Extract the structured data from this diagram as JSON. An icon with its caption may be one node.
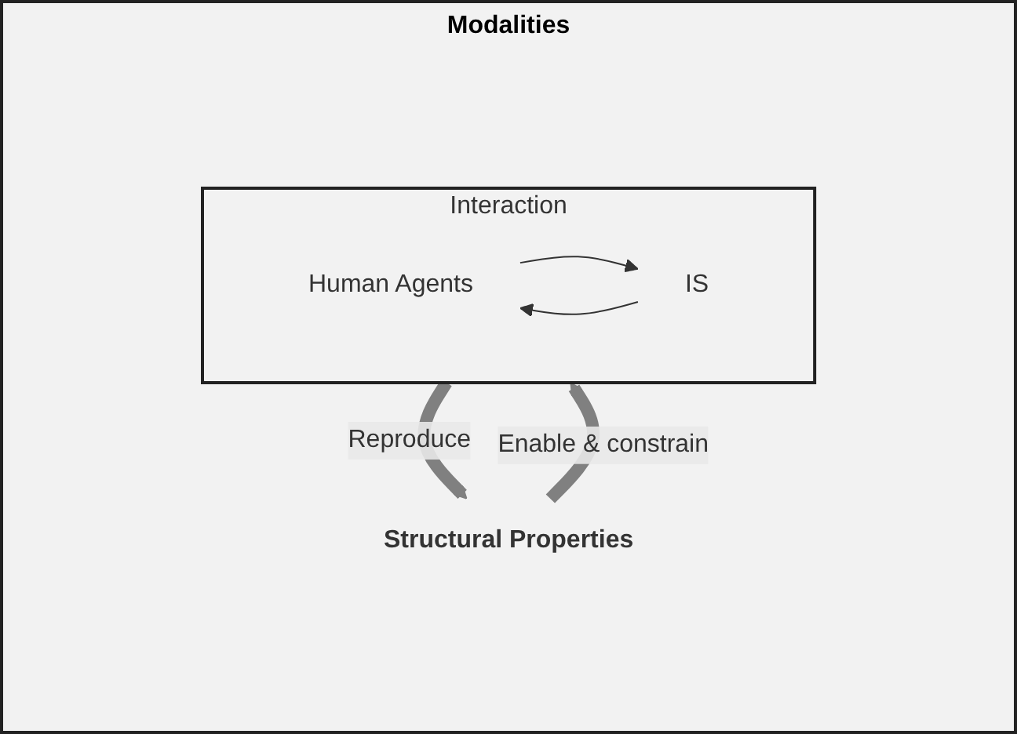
{
  "diagram": {
    "nodes": [
      {
        "text": [
          "Structural Properties"
        ]
      },
      {
        "text": [
          "Interaction"
        ]
      },
      {
        "text": [
          "Human Agents"
        ],
        "in": 1
      },
      {
        "text": [
          "IS"
        ],
        "in": 1
      }
    ],
    "edges": [
      {
        "from": 0,
        "to": 1,
        "arrow": "to",
        "label": "Enable & constrain",
        "style": "thick",
        "color": "#808080"
      },
      {
        "from": 1,
        "to": 0,
        "arrow": "to",
        "label": "Reproduce",
        "style": "thick",
        "color": "#808080"
      },
      {
        "from": 2,
        "to": 3,
        "arrow": "to"
      },
      {
        "from": 3,
        "to": 2,
        "arrow": "to"
      }
    ],
    "labels": [
      "Modalities"
    ]
  }
}
